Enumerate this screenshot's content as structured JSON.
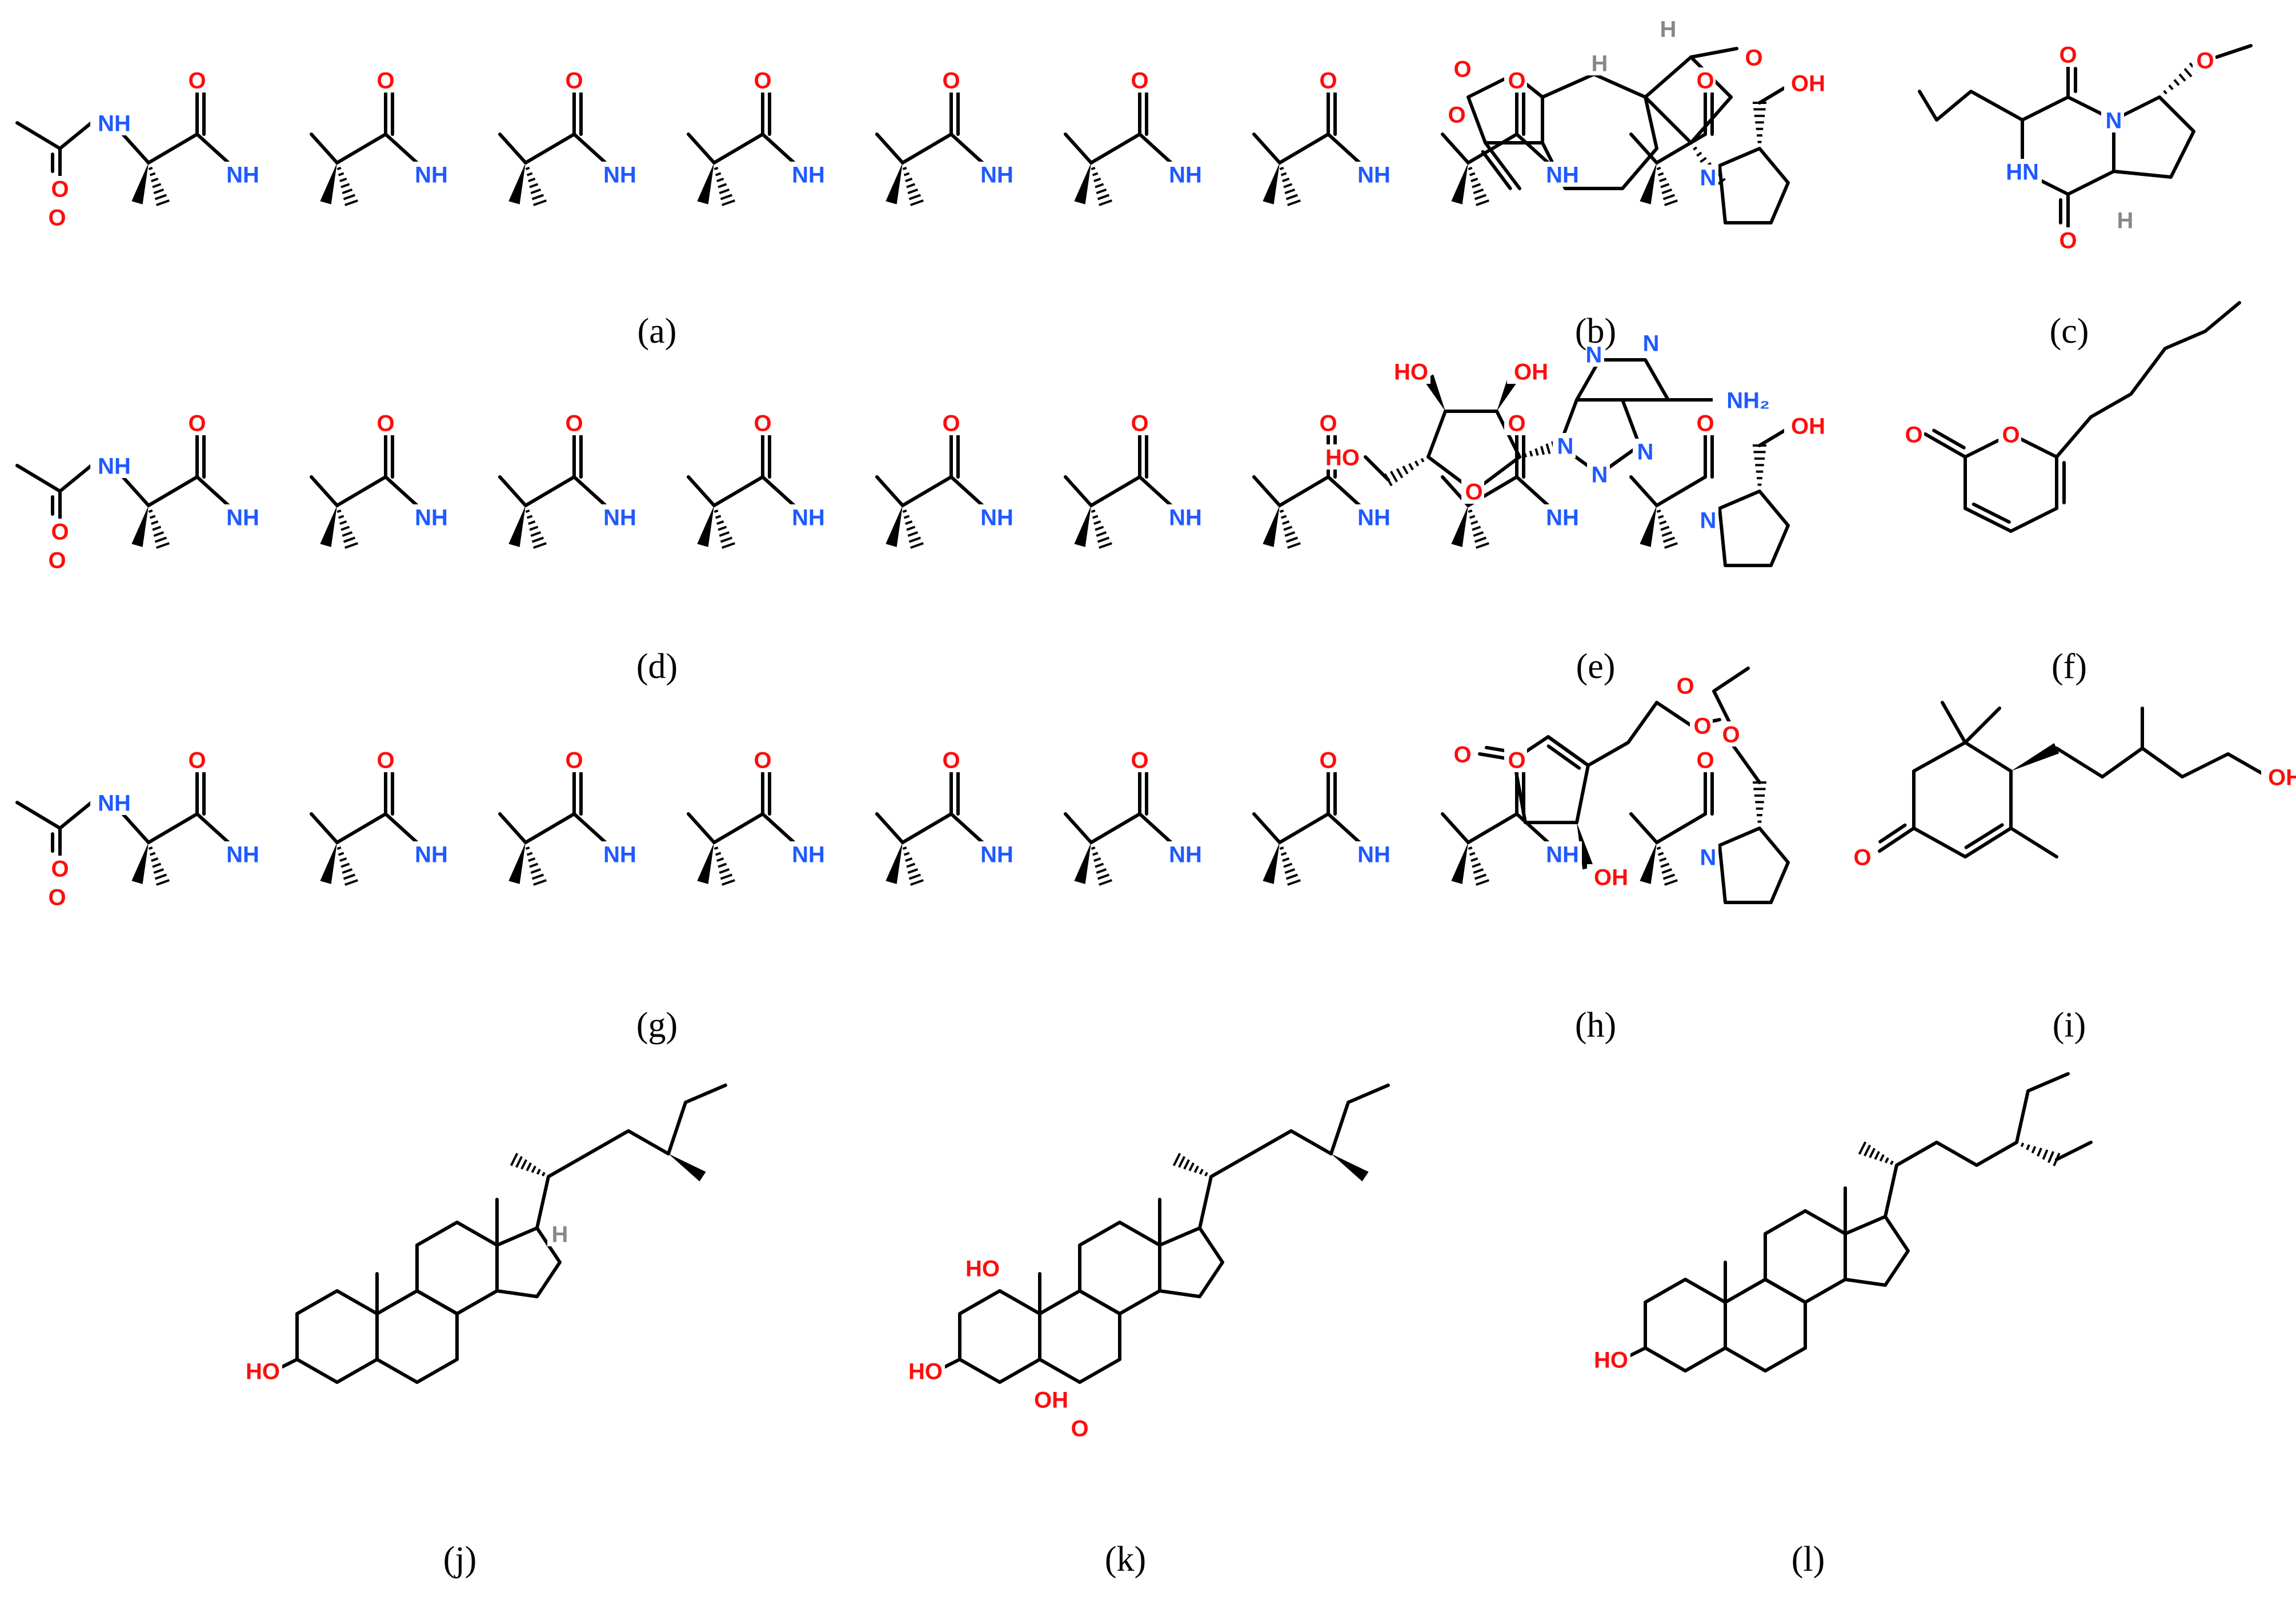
{
  "colors": {
    "bond": "#000000",
    "oxygen": "#ff0d0d",
    "nitrogen": "#1f5aff",
    "stereo_h": "#888888",
    "background": "#ffffff"
  },
  "panels": [
    {
      "id": "a",
      "label": "(a)"
    },
    {
      "id": "b",
      "label": "(b)"
    },
    {
      "id": "c",
      "label": "(c)"
    },
    {
      "id": "d",
      "label": "(d)"
    },
    {
      "id": "e",
      "label": "(e)"
    },
    {
      "id": "f",
      "label": "(f)"
    },
    {
      "id": "g",
      "label": "(g)"
    },
    {
      "id": "h",
      "label": "(h)"
    },
    {
      "id": "i",
      "label": "(i)"
    },
    {
      "id": "j",
      "label": "(j)"
    },
    {
      "id": "k",
      "label": "(k)"
    },
    {
      "id": "l",
      "label": "(l)"
    }
  ],
  "atom_labels": {
    "O": "O",
    "NH": "NH",
    "N": "N",
    "H": "H",
    "HN": "HN",
    "OH": "OH",
    "HO": "HO",
    "NH2": "NH₂"
  }
}
